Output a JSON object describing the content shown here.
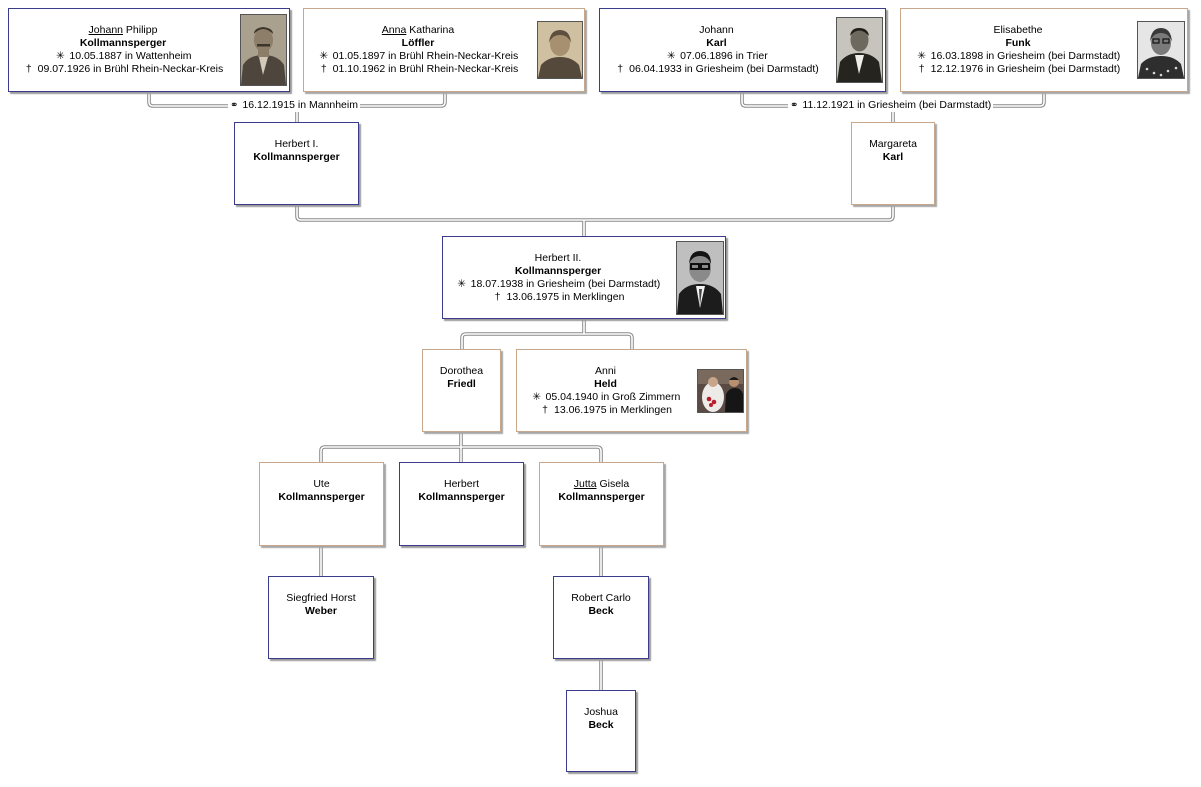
{
  "symbols": {
    "birth": "✳",
    "death": "†",
    "marriage": "⚭"
  },
  "people": {
    "johann_philipp": {
      "given_call": "Johann",
      "given_rest": " Philipp",
      "surname": "Kollmannsperger",
      "birth": "10.05.1887 in Wattenheim",
      "death": "09.07.1926 in Brühl Rhein-Neckar-Kreis",
      "photo": "man-portrait-sepia"
    },
    "anna_katharina": {
      "given_call": "Anna",
      "given_rest": " Katharina",
      "surname": "Löffler",
      "birth": "01.05.1897 in Brühl Rhein-Neckar-Kreis",
      "death": "01.10.1962 in Brühl Rhein-Neckar-Kreis",
      "photo": "woman-portrait-sepia"
    },
    "johann_karl": {
      "given_call": "",
      "given_rest": "Johann",
      "surname": "Karl",
      "birth": "07.06.1896 in Trier",
      "death": "06.04.1933 in Griesheim (bei Darmstadt)",
      "photo": "man-portrait-bw"
    },
    "elisabethe_funk": {
      "given_call": "",
      "given_rest": "Elisabethe",
      "surname": "Funk",
      "birth": "16.03.1898 in Griesheim (bei Darmstadt)",
      "death": "12.12.1976 in Griesheim (bei Darmstadt)",
      "photo": "woman-portrait-bw"
    },
    "herbert_i": {
      "given_call": "",
      "given_rest": "Herbert I.",
      "surname": "Kollmannsperger"
    },
    "margareta": {
      "given_call": "",
      "given_rest": "Margareta",
      "surname": "Karl"
    },
    "herbert_ii": {
      "given_call": "",
      "given_rest": "Herbert II.",
      "surname": "Kollmannsperger",
      "birth": "18.07.1938 in Griesheim (bei Darmstadt)",
      "death": "13.06.1975 in Merklingen",
      "photo": "man-glasses-portrait"
    },
    "dorothea": {
      "given_call": "",
      "given_rest": "Dorothea",
      "surname": "Friedl"
    },
    "anni": {
      "given_call": "",
      "given_rest": "Anni",
      "surname": "Held",
      "birth": "05.04.1940 in Groß Zimmern",
      "death": "13.06.1975 in Merklingen",
      "photo": "wedding-couple-photo"
    },
    "ute": {
      "given_call": "",
      "given_rest": "Ute",
      "surname": "Kollmannsperger"
    },
    "herbert": {
      "given_call": "",
      "given_rest": "Herbert",
      "surname": "Kollmannsperger"
    },
    "jutta": {
      "given_call": "Jutta",
      "given_rest": " Gisela",
      "surname": "Kollmannsperger"
    },
    "siegfried": {
      "given_call": "",
      "given_rest": "Siegfried Horst",
      "surname": "Weber"
    },
    "robert": {
      "given_call": "",
      "given_rest": "Robert Carlo",
      "surname": "Beck"
    },
    "joshua": {
      "given_call": "",
      "given_rest": "Joshua",
      "surname": "Beck"
    }
  },
  "marriages": {
    "kollmannsperger_loeffler": "16.12.1915 in Mannheim",
    "karl_funk": "11.12.1921 in Griesheim (bei Darmstadt)"
  }
}
